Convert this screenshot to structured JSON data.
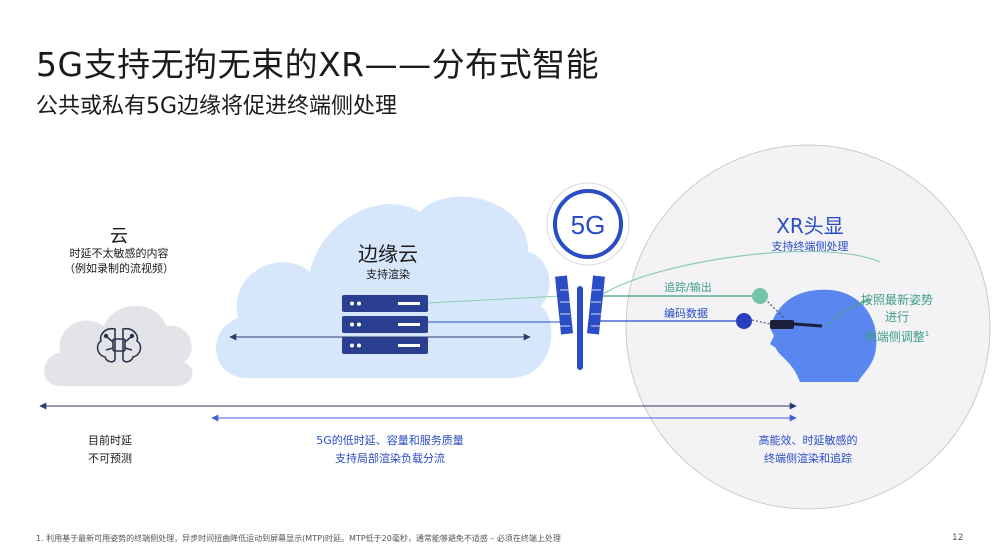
{
  "header": {
    "title": "5G支持无拘无束的XR——分布式智能",
    "subtitle": "公共或私有5G边缘将促进终端侧处理"
  },
  "cloud": {
    "title": "云",
    "desc_line1": "时延不太敏感的内容",
    "desc_line2": "（例如录制的流视频）"
  },
  "edge_cloud": {
    "title": "边缘云",
    "desc": "支持渲染"
  },
  "tower": {
    "label": "5G"
  },
  "xr": {
    "title": "XR头显",
    "desc": "支持终端侧处理",
    "pose_line1": "按照最新姿势",
    "pose_line2": "进行",
    "pose_line3": "终端侧调整",
    "pose_sup": "1"
  },
  "links": {
    "tracking": "追踪/输出",
    "encoded": "编码数据"
  },
  "bottom": {
    "left_line1": "目前时延",
    "left_line2": "不可预测",
    "mid_line1": "5G的低时延、容量和服务质量",
    "mid_line2": "支持局部渲染负载分流",
    "right_line1": "高能效、时延敏感的",
    "right_line2": "终端侧渲染和追踪"
  },
  "footer": {
    "footnote": "1. 利用基于最新可用姿势的终端侧处理，异步时间扭曲降低运动到屏幕显示(MTP)时延。MTP低于20毫秒，通常能够避免不适感 – 必须在终端上处理",
    "page": "12"
  },
  "colors": {
    "blue": "#2a4cc4",
    "green": "#3f9e86",
    "edge_cloud_fill": "#d6e6fb",
    "cloud_fill": "#e4e4e8",
    "xr_circle_fill": "#f3f3f6"
  }
}
